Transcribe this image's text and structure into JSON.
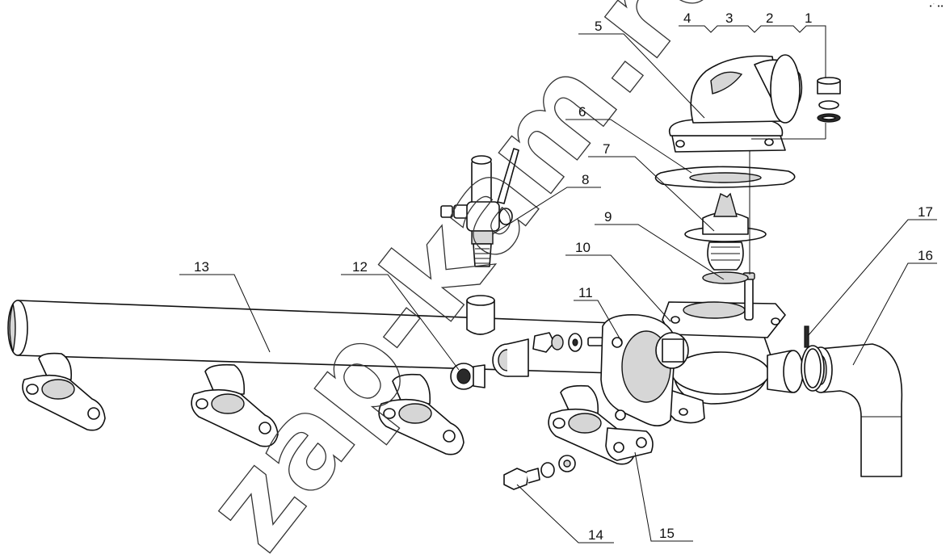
{
  "watermark": "zap-kam.ru",
  "corner_mark": "•˙ ••",
  "callouts": [
    {
      "id": "1",
      "label": "1"
    },
    {
      "id": "2",
      "label": "2"
    },
    {
      "id": "3",
      "label": "3"
    },
    {
      "id": "4",
      "label": "4"
    },
    {
      "id": "5",
      "label": "5"
    },
    {
      "id": "6",
      "label": "6"
    },
    {
      "id": "7",
      "label": "7"
    },
    {
      "id": "8",
      "label": "8"
    },
    {
      "id": "9",
      "label": "9"
    },
    {
      "id": "10",
      "label": "10"
    },
    {
      "id": "11",
      "label": "11"
    },
    {
      "id": "12",
      "label": "12"
    },
    {
      "id": "13",
      "label": "13"
    },
    {
      "id": "14",
      "label": "14"
    },
    {
      "id": "15",
      "label": "15"
    },
    {
      "id": "16",
      "label": "16"
    },
    {
      "id": "17",
      "label": "17"
    }
  ]
}
